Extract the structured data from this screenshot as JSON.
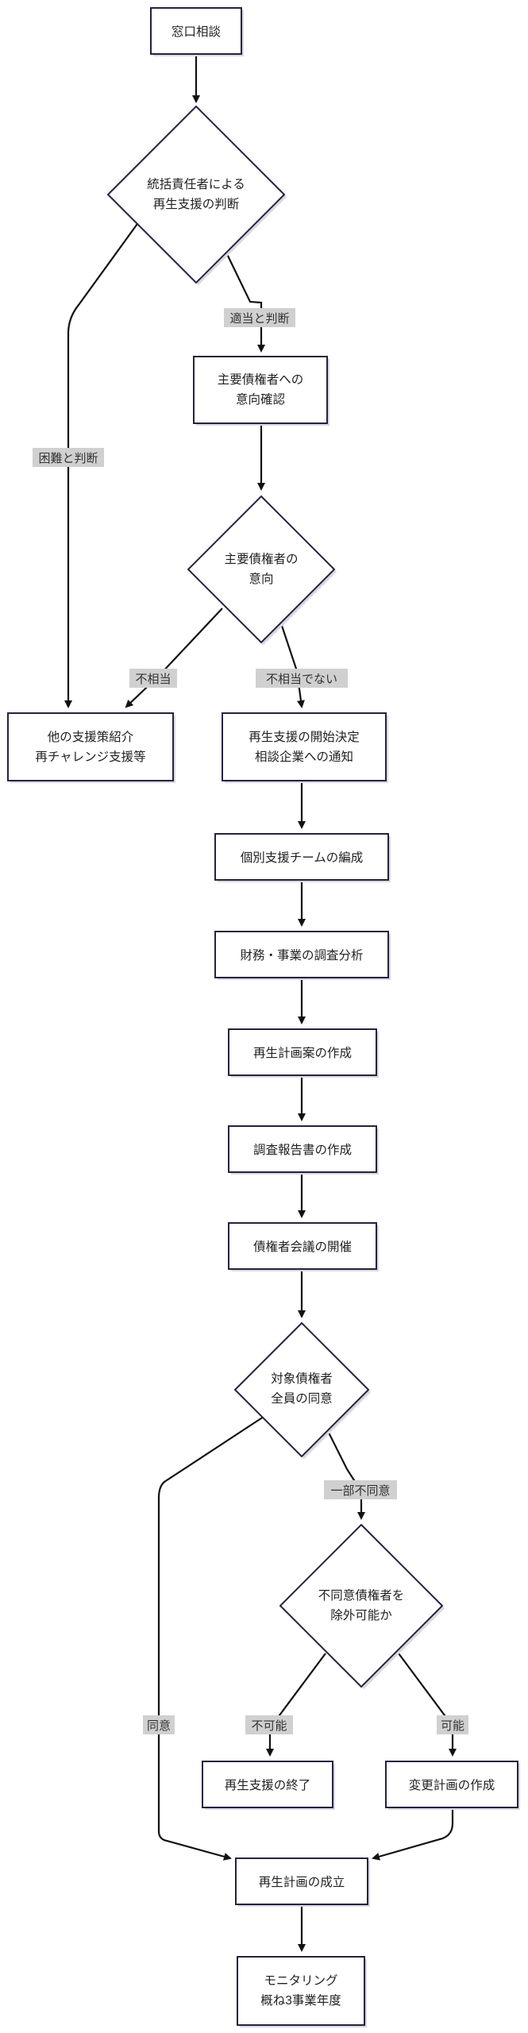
{
  "nodes": {
    "consult": [
      "窓口相談"
    ],
    "judge": [
      "統括責任者による",
      "再生支援の判断"
    ],
    "confirm": [
      "主要債権者への",
      "意向確認"
    ],
    "intent": [
      "主要債権者の",
      "意向"
    ],
    "other": [
      "他の支援策紹介",
      "再チャレンジ支援等"
    ],
    "start": [
      "再生支援の開始決定",
      "相談企業への通知"
    ],
    "team": [
      "個別支援チームの編成"
    ],
    "analysis": [
      "財務・事業の調査分析"
    ],
    "draft": [
      "再生計画案の作成"
    ],
    "report": [
      "調査報告書の作成"
    ],
    "meeting": [
      "債権者会議の開催"
    ],
    "consent": [
      "対象債権者",
      "全員の同意"
    ],
    "exclude": [
      "不同意債権者を",
      "除外可能か"
    ],
    "end": [
      "再生支援の終了"
    ],
    "modify": [
      "変更計画の作成"
    ],
    "established": [
      "再生計画の成立"
    ],
    "monitor": [
      "モニタリング",
      "概ね3事業年度"
    ]
  },
  "edge_labels": {
    "appropriate": "適当と判断",
    "difficult": "困難と判断",
    "not_suitable": "不相当",
    "suitable": "不相当でない",
    "partial_disagree": "一部不同意",
    "agree": "同意",
    "impossible": "不可能",
    "possible": "可能"
  },
  "colors": {
    "node_border": "#24233e",
    "node_fill": "#ffffff",
    "edge": "#111111",
    "label_bg": "#d0d0d0"
  }
}
